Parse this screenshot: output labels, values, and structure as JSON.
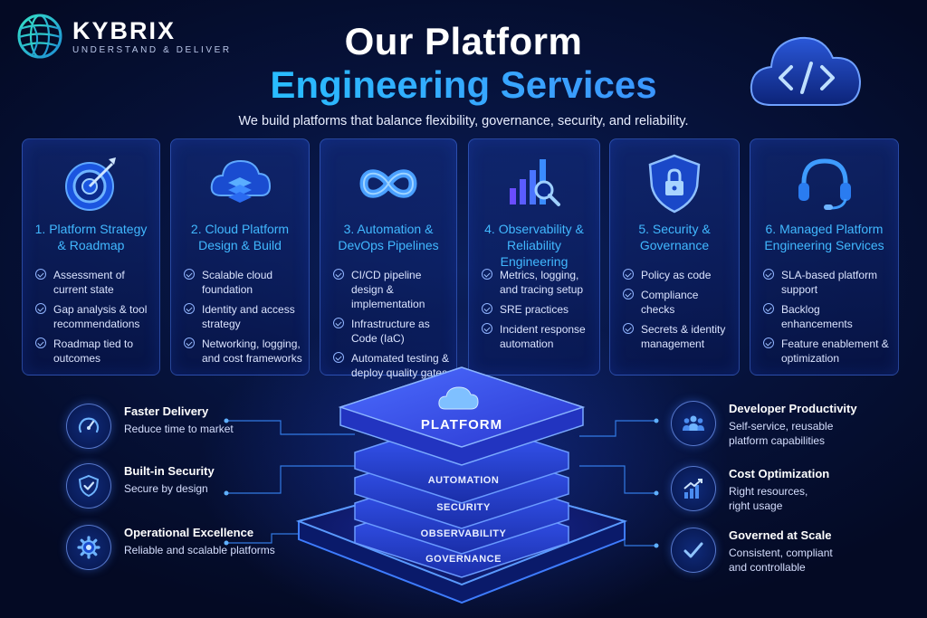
{
  "brand": {
    "name": "KYBRIX",
    "tagline": "UNDERSTAND & DELIVER"
  },
  "header": {
    "title_line1": "Our Platform",
    "title_line2": "Engineering Services",
    "subtitle": "We build platforms that balance flexibility, governance, security, and reliability."
  },
  "colors": {
    "accent": "#2ec8ff",
    "card_title": "#41b8ff",
    "background": "#06123a"
  },
  "services": [
    {
      "icon": "target-icon",
      "title_1": "1. Platform Strategy",
      "title_2": "& Roadmap",
      "items": [
        "Assessment of current state",
        "Gap analysis & tool recommendations",
        "Roadmap tied to outcomes"
      ]
    },
    {
      "icon": "cloud-stack-icon",
      "title_1": "2. Cloud Platform",
      "title_2": "Design & Build",
      "items": [
        "Scalable cloud foundation",
        "Identity and access strategy",
        "Networking, logging, and cost frameworks"
      ]
    },
    {
      "icon": "infinity-icon",
      "title_1": "3. Automation &",
      "title_2": "DevOps Pipelines",
      "items": [
        "CI/CD pipeline design & implementation",
        "Infrastructure as Code (IaC)",
        "Automated testing & deploy quality gates"
      ]
    },
    {
      "icon": "chart-magnifier-icon",
      "title_1": "4. Observability &",
      "title_2": "Reliability Engineering",
      "items": [
        "Metrics, logging, and tracing setup",
        "SRE practices",
        "Incident response automation"
      ]
    },
    {
      "icon": "shield-lock-icon",
      "title_1": "5. Security &",
      "title_2": "Governance",
      "items": [
        "Policy as code",
        "Compliance checks",
        "Secrets & identity management"
      ]
    },
    {
      "icon": "headset-icon",
      "title_1": "6. Managed Platform",
      "title_2": "Engineering Services",
      "items": [
        "SLA-based platform support",
        "Backlog enhancements",
        "Feature enablement & optimization"
      ]
    }
  ],
  "benefits_left": [
    {
      "icon": "speedometer-icon",
      "title": "Faster Delivery",
      "desc": "Reduce time to market"
    },
    {
      "icon": "shield-check-icon",
      "title": "Built-in Security",
      "desc": "Secure by design"
    },
    {
      "icon": "gear-icon",
      "title": "Operational Excellence",
      "desc": "Reliable and scalable platforms"
    }
  ],
  "benefits_right": [
    {
      "icon": "people-icon",
      "title": "Developer Productivity",
      "desc_1": "Self-service, reusable",
      "desc_2": "platform capabilities"
    },
    {
      "icon": "growth-chart-icon",
      "title": "Cost Optimization",
      "desc_1": "Right resources,",
      "desc_2": "right usage"
    },
    {
      "icon": "checkmark-icon",
      "title": "Governed at Scale",
      "desc_1": "Consistent, compliant",
      "desc_2": "and controllable"
    }
  ],
  "platform_stack": {
    "top_label": "PLATFORM",
    "layers": [
      "AUTOMATION",
      "SECURITY",
      "OBSERVABILITY",
      "GOVERNANCE"
    ]
  }
}
